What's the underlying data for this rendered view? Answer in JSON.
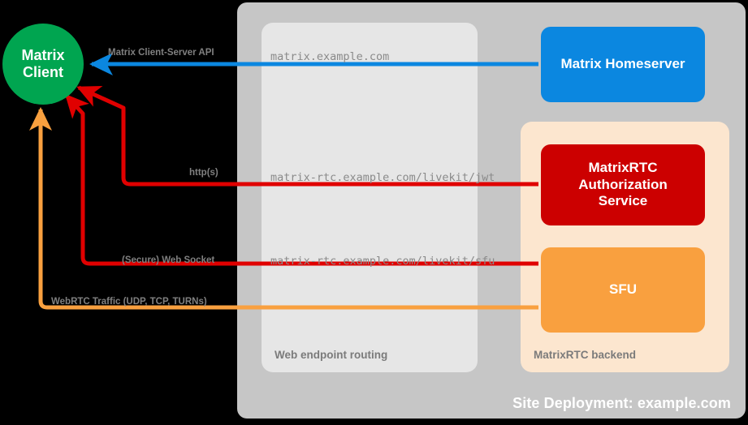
{
  "diagram": {
    "title": "Site Deployment: example.com"
  },
  "containers": {
    "site_deployment": {
      "label": "Site Deployment: example.com",
      "color": "#c6c6c6"
    },
    "web_endpoint_routing": {
      "label": "Web endpoint routing",
      "color": "#e6e6e6"
    },
    "matrixrtc_backend": {
      "label": "MatrixRTC backend",
      "color": "#fce6cf"
    }
  },
  "nodes": {
    "matrix_client": {
      "line1": "Matrix",
      "line2": "Client",
      "color": "#00a550"
    },
    "matrix_homeserver": {
      "label": "Matrix Homeserver",
      "color": "#0b87e0"
    },
    "matrixrtc_authorization_service": {
      "line1": "MatrixRTC",
      "line2": "Authorization",
      "line3": "Service",
      "color": "#cc0000"
    },
    "sfu": {
      "label": "SFU",
      "color": "#f9a03f"
    }
  },
  "edges": [
    {
      "id": "client-server-api",
      "protocol_label": "Matrix Client-Server API",
      "endpoint": "matrix.example.com",
      "color": "#0b87e0"
    },
    {
      "id": "livekit-jwt",
      "protocol_label": "http(s)",
      "endpoint": "matrix-rtc.example.com/livekit/jwt",
      "color": "#e00000"
    },
    {
      "id": "livekit-sfu",
      "protocol_label": "(Secure) Web Socket",
      "endpoint": "matrix-rtc.example.com/livekit/sfu",
      "color": "#e00000"
    },
    {
      "id": "webrtc-traffic",
      "protocol_label": "WebRTC Traffic (UDP, TCP, TURNs)",
      "endpoint": "",
      "color": "#f9a03f"
    }
  ]
}
